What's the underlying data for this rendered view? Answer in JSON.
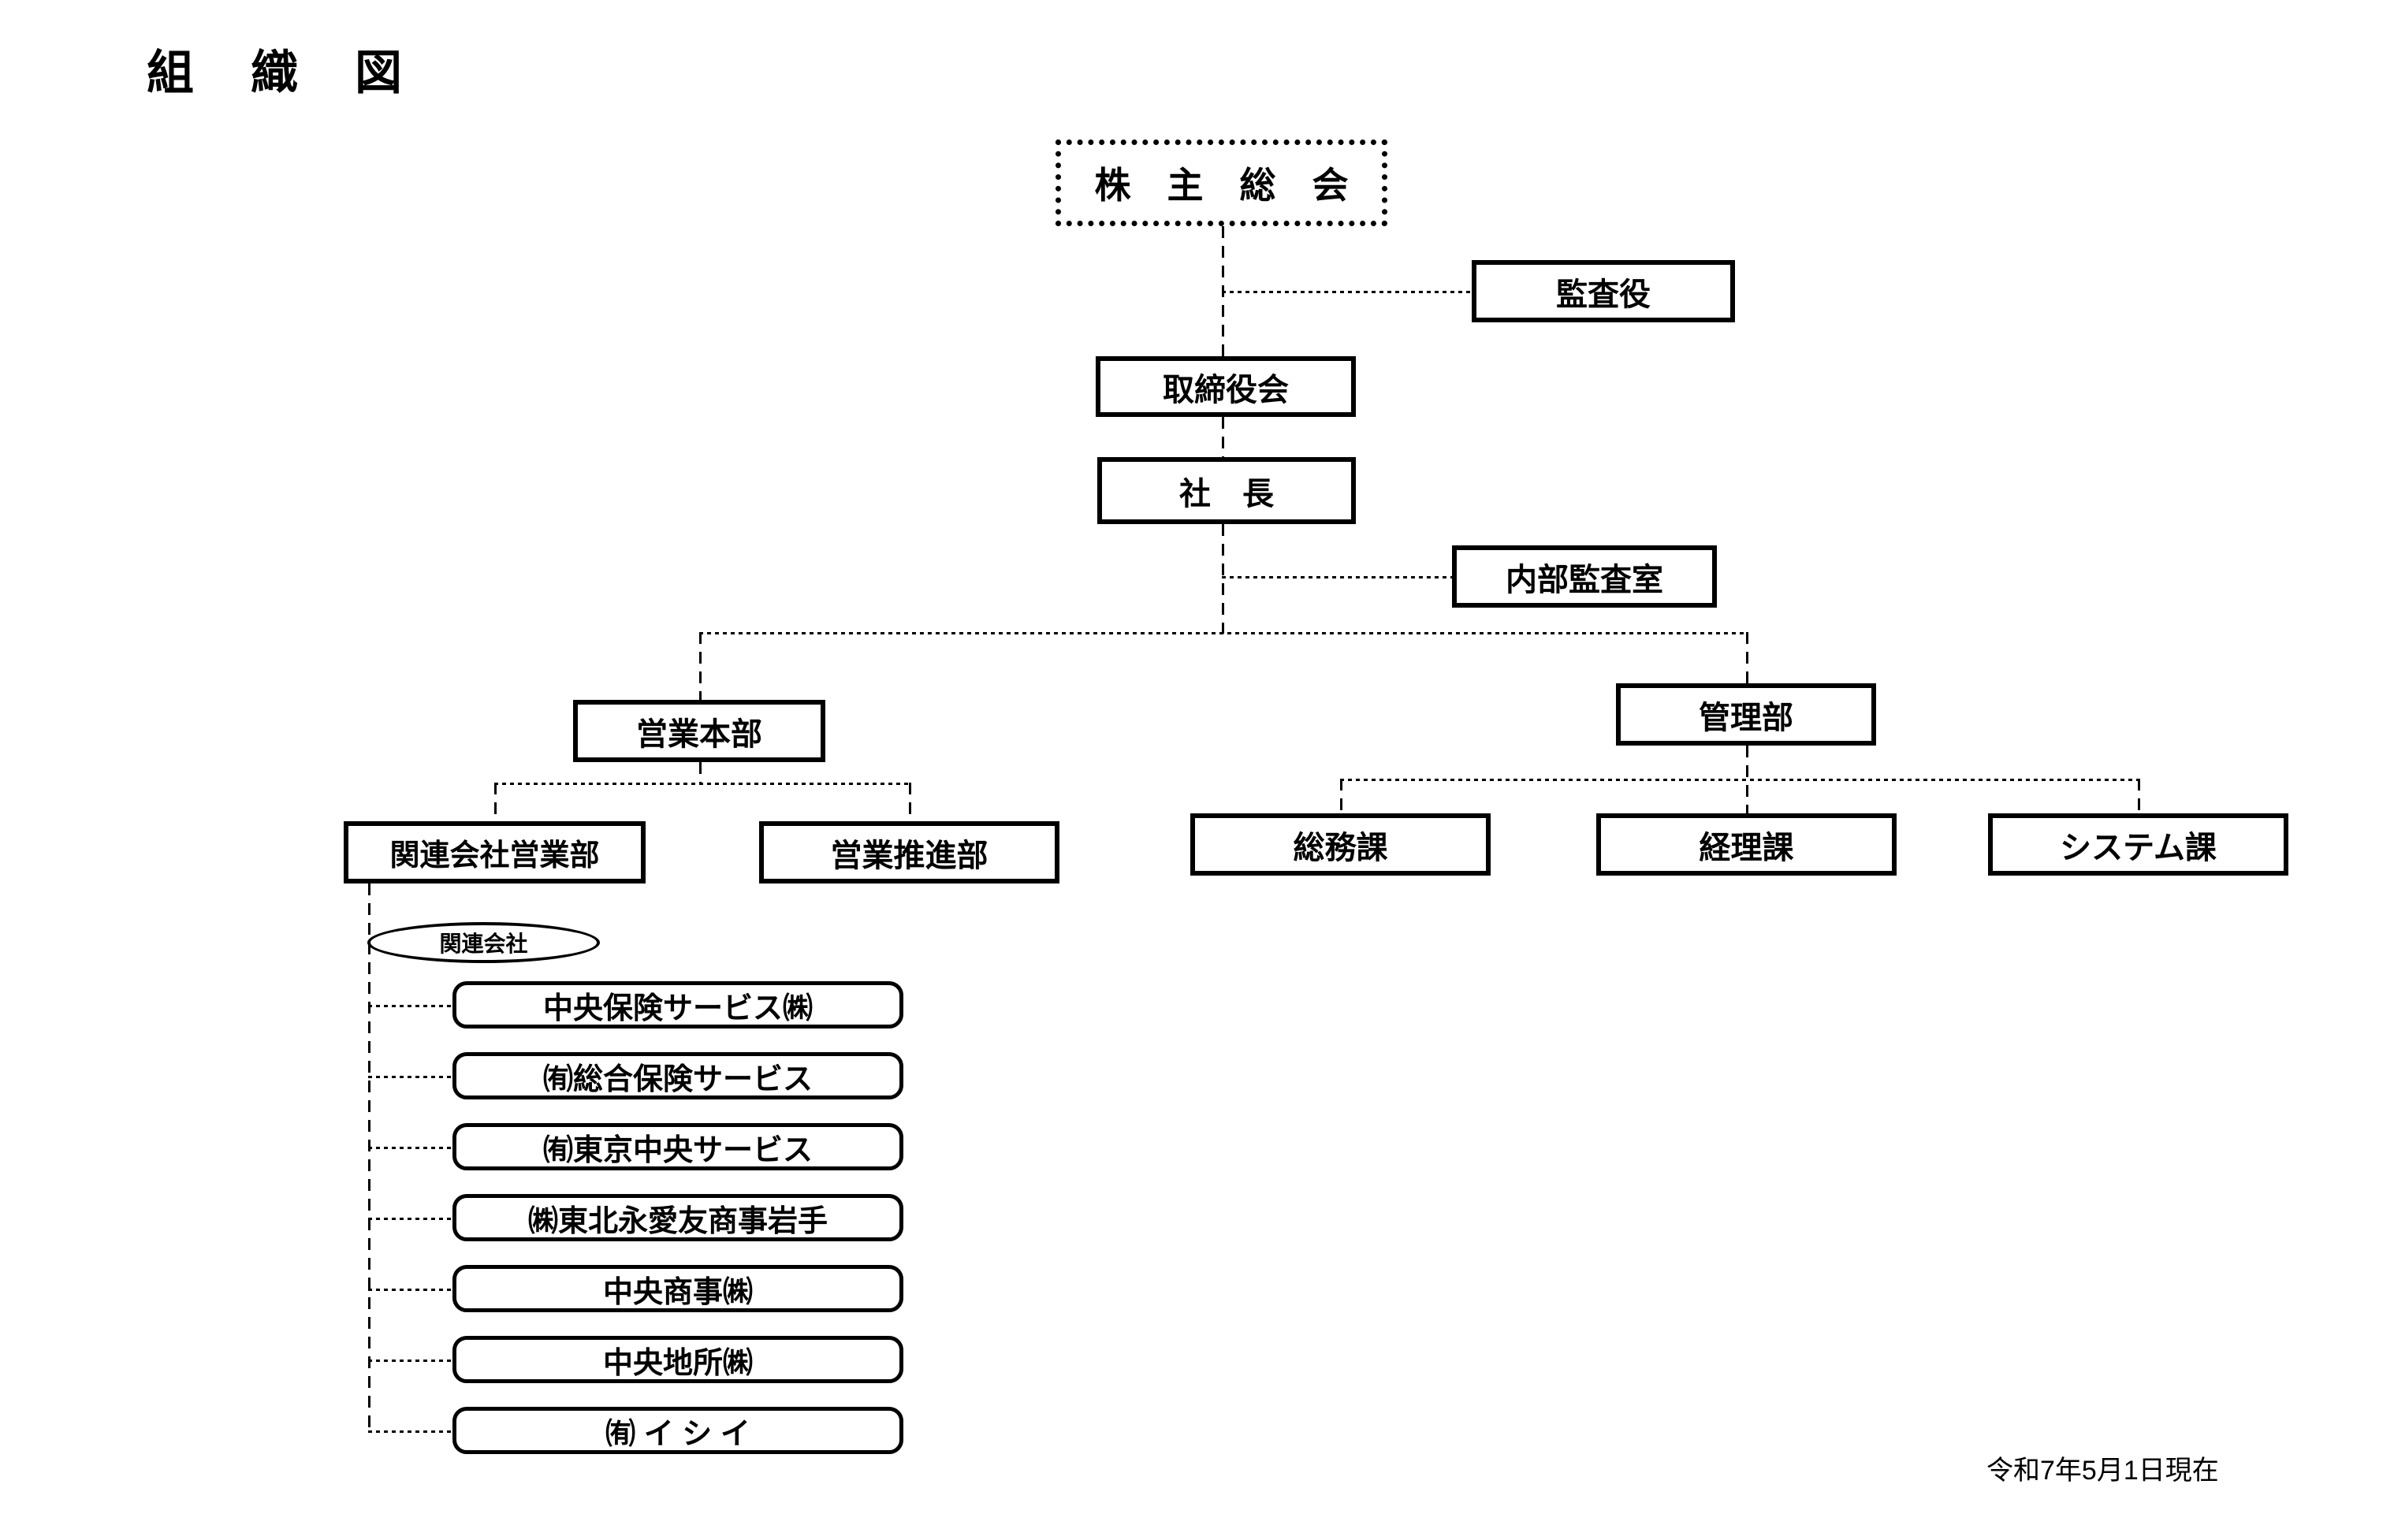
{
  "title": "組　織　図",
  "date_note": "令和7年5月1日現在",
  "nodes": {
    "shareholders_meeting": "株　主　総　会",
    "auditor": "監査役",
    "board_of_directors": "取締役会",
    "president": "社　長",
    "internal_audit_office": "内部監査室",
    "sales_headquarters": "営業本部",
    "admin_department": "管理部",
    "affiliate_sales_dept": "関連会社営業部",
    "sales_promotion_dept": "営業推進部",
    "general_affairs_section": "総務課",
    "accounting_section": "経理課",
    "systems_section": "システム課"
  },
  "affiliates_group_label": "関連会社",
  "affiliates": [
    "中央保険サービス㈱",
    "㈲総合保険サービス",
    "㈲東京中央サービス",
    "㈱東北永愛友商事岩手",
    "中央商事㈱",
    "中央地所㈱",
    "㈲ イ シ イ"
  ],
  "colors": {
    "line": "#000000",
    "background": "#ffffff"
  }
}
